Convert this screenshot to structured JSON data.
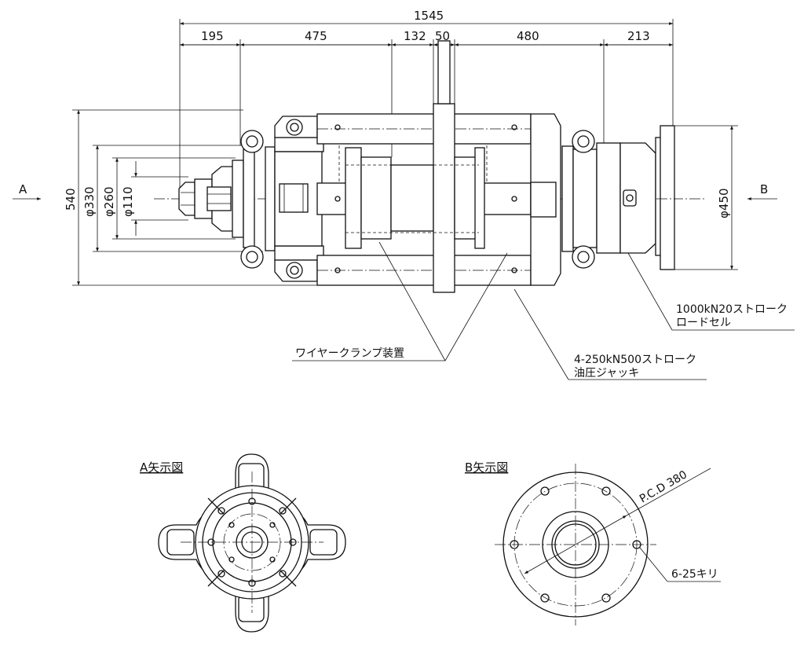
{
  "top_dimensions": {
    "total": "1545",
    "segments": [
      "195",
      "475",
      "132",
      "50",
      "480",
      "213"
    ]
  },
  "left_dimensions": [
    "540",
    "φ330",
    "φ260",
    "φ110"
  ],
  "right_dimension": "φ450",
  "view_markers": {
    "a": "A",
    "b": "B"
  },
  "callouts": {
    "load_cell_line1": "1000kN20ストローク",
    "load_cell_line2": "ロードセル",
    "wire_clamp": "ワイヤークランプ装置",
    "jack_line1": "4-250kN500ストローク",
    "jack_line2": "油圧ジャッキ"
  },
  "view_titles": {
    "a_view": "A矢示図",
    "b_view": "B矢示図"
  },
  "b_view_labels": {
    "pcd": "P.C.D 380",
    "holes": "6-25キリ"
  }
}
